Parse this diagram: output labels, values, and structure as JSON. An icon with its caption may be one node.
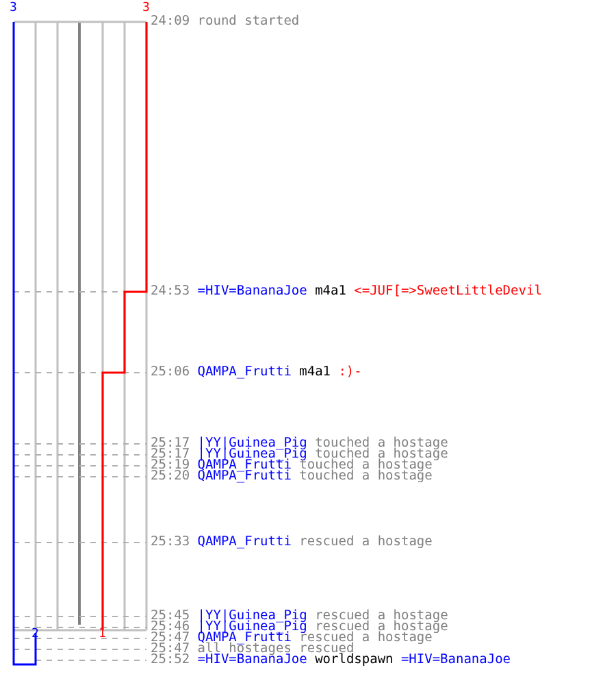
{
  "diagram": {
    "labels": [
      "3",
      "3",
      "24:09",
      "round started",
      "24:53",
      "=HIV=BananaJoe",
      "m4a1",
      "<=JUF[=>SweetLittleDevil",
      "25:06",
      "QAMPA_Frutti",
      "m4a1",
      ":)-",
      "25:17",
      "|YY|Guinea_Pig",
      "touched a hostage",
      "25:17",
      "|YY|Guinea_Pig",
      "touched a hostage",
      "25:19",
      "QAMPA_Frutti",
      "touched a hostage",
      "25:20",
      "QAMPA_Frutti",
      "touched a hostage",
      "25:33",
      "QAMPA_Frutti",
      "rescued a hostage",
      "25:45",
      "|YY|Guinea_Pig",
      "rescued a hostage",
      "25:46",
      "|YY|Guinea_Pig",
      "rescued a hostage",
      "2",
      "1",
      "25:47",
      "QAMPA_Frutti",
      "rescued a hostage",
      "25:47",
      "all hostages rescued",
      "25:52",
      "=HIV=BananaJoe",
      "worldspawn",
      "=HIV=BananaJoe"
    ]
  }
}
